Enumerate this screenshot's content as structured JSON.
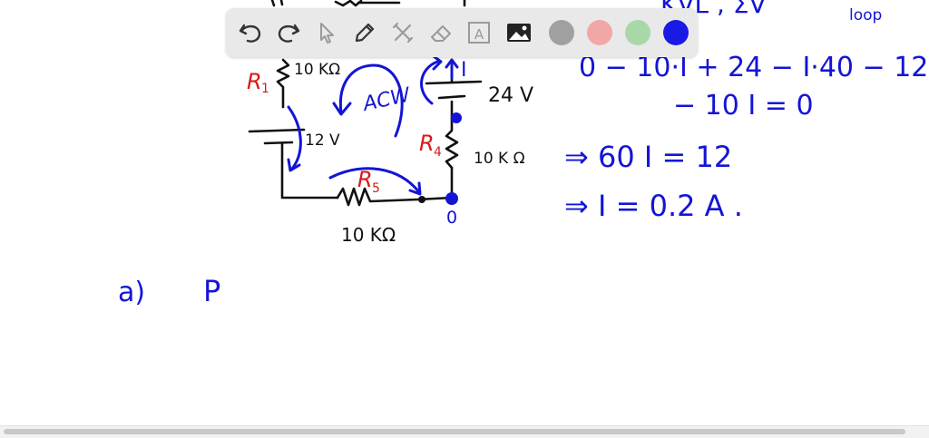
{
  "toolbar": {
    "tools": [
      {
        "name": "undo-icon"
      },
      {
        "name": "redo-icon"
      },
      {
        "name": "select-pointer-icon"
      },
      {
        "name": "pen-icon"
      },
      {
        "name": "tools-icon"
      },
      {
        "name": "eraser-icon"
      },
      {
        "name": "text-box-icon",
        "glyph": "A"
      },
      {
        "name": "image-icon"
      }
    ],
    "colors": [
      "#a0a0a0",
      "#f2a7a7",
      "#a8d8a8",
      "#1a1ae6"
    ]
  },
  "board": {
    "top_text": "KVL , ΣV",
    "top_sub": "loop",
    "eq_line1": "0 − 10·I + 24 − I·40 − 12",
    "eq_line2": "− 10 I = 0",
    "eq_line3": "⇒ 60 I = 12",
    "eq_line4": "⇒ I = 0.2 A .",
    "r1": "R",
    "r1_sub": "1",
    "r1_value": "10 KΩ",
    "loop_dir": "ACW",
    "current": "I",
    "v24": "24 V",
    "v12": "12 V",
    "r4": "R",
    "r4_sub": "4",
    "r4_value": "10 K Ω",
    "r5": "R",
    "r5_sub": "5",
    "r5_value": "10 KΩ",
    "node": "0",
    "part_a": "a)",
    "part_a_text": "P"
  }
}
